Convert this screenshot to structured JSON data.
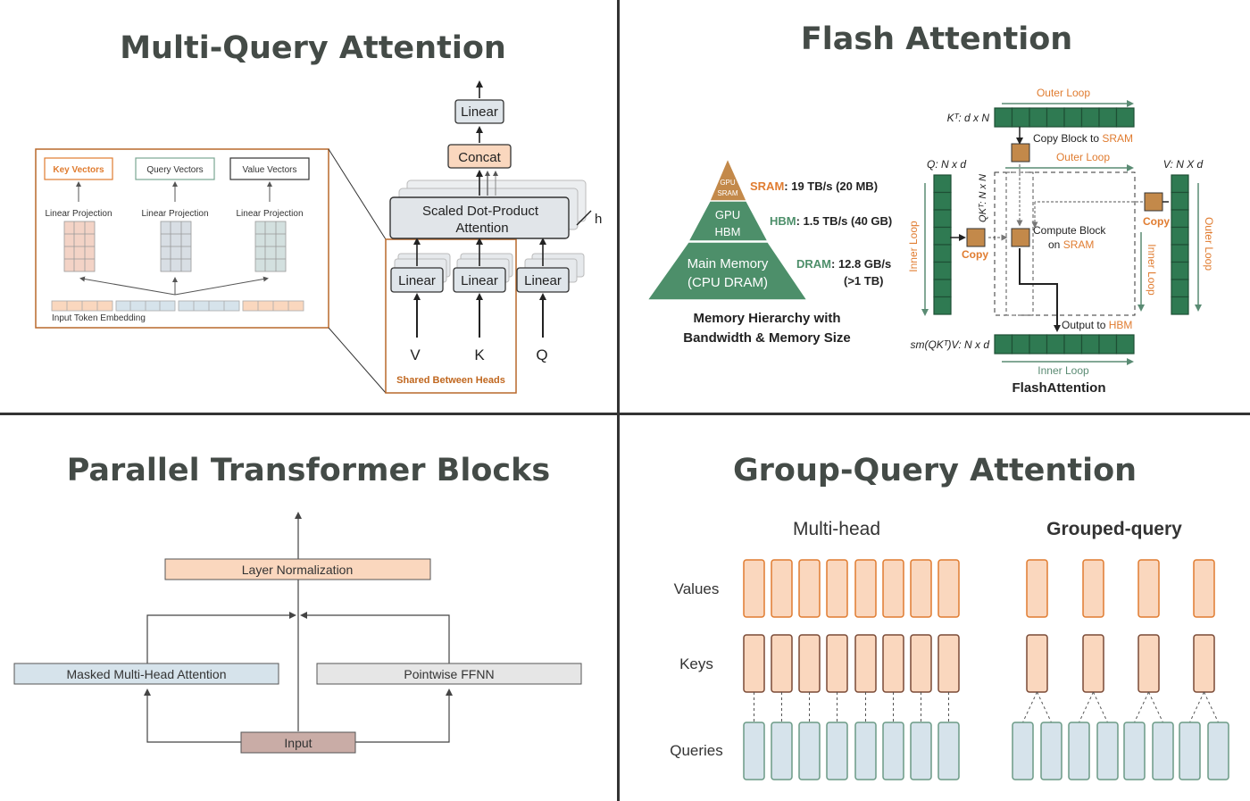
{
  "colors": {
    "orange": "#e07c30",
    "orange_fill": "#fad7be",
    "blue_fill": "#d6e3eb",
    "green_dark": "#2f7a52",
    "green_tri": "#4d8f6a",
    "sram_tan": "#c3894a",
    "brown_input": "#c9aca6",
    "title_grey": "#444b47",
    "divider": "#333333"
  },
  "mqa": {
    "title": "Multi-Query Attention",
    "inset": {
      "boxes": [
        "Key Vectors",
        "Query Vectors",
        "Value Vectors"
      ],
      "projection_label": "Linear Projection",
      "embedding_label": "Input Token Embedding"
    },
    "linear_top": "Linear",
    "concat": "Concat",
    "sdpa_line1": "Scaled Dot-Product",
    "sdpa_line2": "Attention",
    "h_label": "h",
    "linear_bottom": "Linear",
    "inputs": [
      "V",
      "K",
      "Q"
    ],
    "shared_label": "Shared Between Heads"
  },
  "flash": {
    "title": "Flash Attention",
    "pyramid": {
      "top_line1": "GPU",
      "top_line2": "SRAM",
      "mid_line1": "GPU",
      "mid_line2": "HBM",
      "bottom_line1": "Main Memory",
      "bottom_line2": "(CPU DRAM)"
    },
    "sram_name": "SRAM",
    "sram_spec": ": 19 TB/s (20 MB)",
    "hbm_name": "HBM",
    "hbm_spec": ": 1.5 TB/s (40 GB)",
    "dram_name": "DRAM",
    "dram_spec": ": 12.8 GB/s",
    "dram_spec2": "(>1 TB)",
    "caption_line1": "Memory Hierarchy with",
    "caption_line2": "Bandwidth & Memory Size",
    "kt_label": "Kᵀ: d x N",
    "outer_loop": "Outer Loop",
    "copy_block_prefix": "Copy Block to ",
    "copy_block_sram": "SRAM",
    "q_label": "Q: N x d",
    "v_label": "V: N X d",
    "qkt_label": "QKᵀ: N x N",
    "inner_loop": "Inner Loop",
    "copy": "Copy",
    "compute_block": "Compute Block",
    "on_prefix": "on ",
    "on_sram": "SRAM",
    "output_prefix": "Output to ",
    "output_hbm": "HBM",
    "sm_label": "sm(QKᵀ)V: N x d",
    "caption": "FlashAttention"
  },
  "parallel": {
    "title": "Parallel Transformer Blocks",
    "layer_norm": "Layer Normalization",
    "mha": "Masked Multi-Head Attention",
    "ffnn": "Pointwise FFNN",
    "input": "Input"
  },
  "gqa": {
    "title": "Group-Query Attention",
    "multi_head": "Multi-head",
    "grouped_query": "Grouped-query",
    "row_labels": [
      "Values",
      "Keys",
      "Queries"
    ]
  }
}
